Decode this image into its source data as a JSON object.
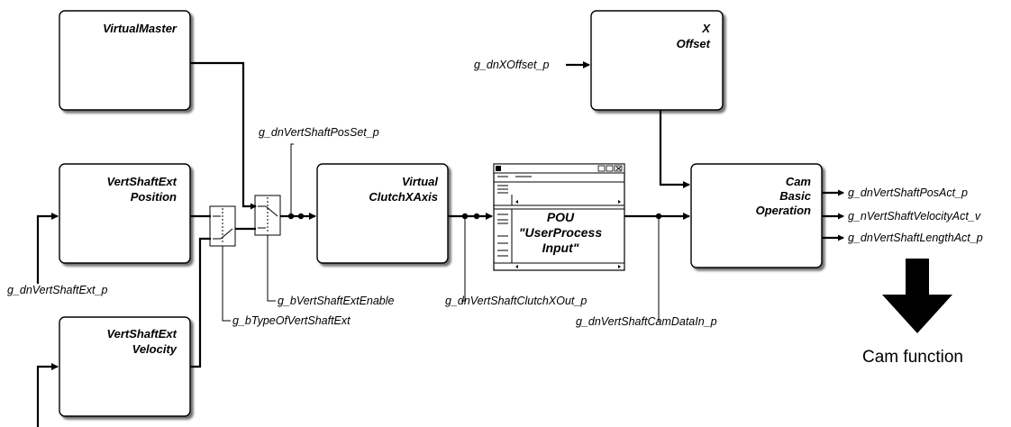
{
  "blocks": {
    "virtual_master": [
      "VirtualMaster"
    ],
    "vert_shaft_ext_position": [
      "VertShaftExt",
      "Position"
    ],
    "vert_shaft_ext_velocity": [
      "VertShaftExt",
      "Velocity"
    ],
    "virtual_clutch_x_axis": [
      "Virtual",
      "ClutchXAxis"
    ],
    "x_offset": [
      "X",
      "Offset"
    ],
    "cam_basic_operation": [
      "Cam",
      "Basic",
      "Operation"
    ]
  },
  "pou": {
    "lines": [
      "POU",
      "\"UserProcess",
      "Input\""
    ]
  },
  "signals": {
    "x_offset_in": "g_dnXOffset_p",
    "pos_set": "g_dnVertShaftPosSet_p",
    "ext_in": "g_dnVertShaftExt_p",
    "ext_enable": "g_bVertShaftExtEnable",
    "type_of_ext": "g_bTypeOfVertShaftExt",
    "clutch_out": "g_dnVertShaftClutchXOut_p",
    "cam_data_in": "g_dnVertShaftCamDataIn_p",
    "pos_act": "g_dnVertShaftPosAct_p",
    "velocity_act": "g_nVertShaftVelocityAct_v",
    "length_act": "g_dnVertShaftLengthAct_p"
  },
  "cam_function_label": "Cam function",
  "icons": {
    "big_arrow": "down-arrow-icon",
    "switch": "switch-icon",
    "window": "window-icon"
  }
}
